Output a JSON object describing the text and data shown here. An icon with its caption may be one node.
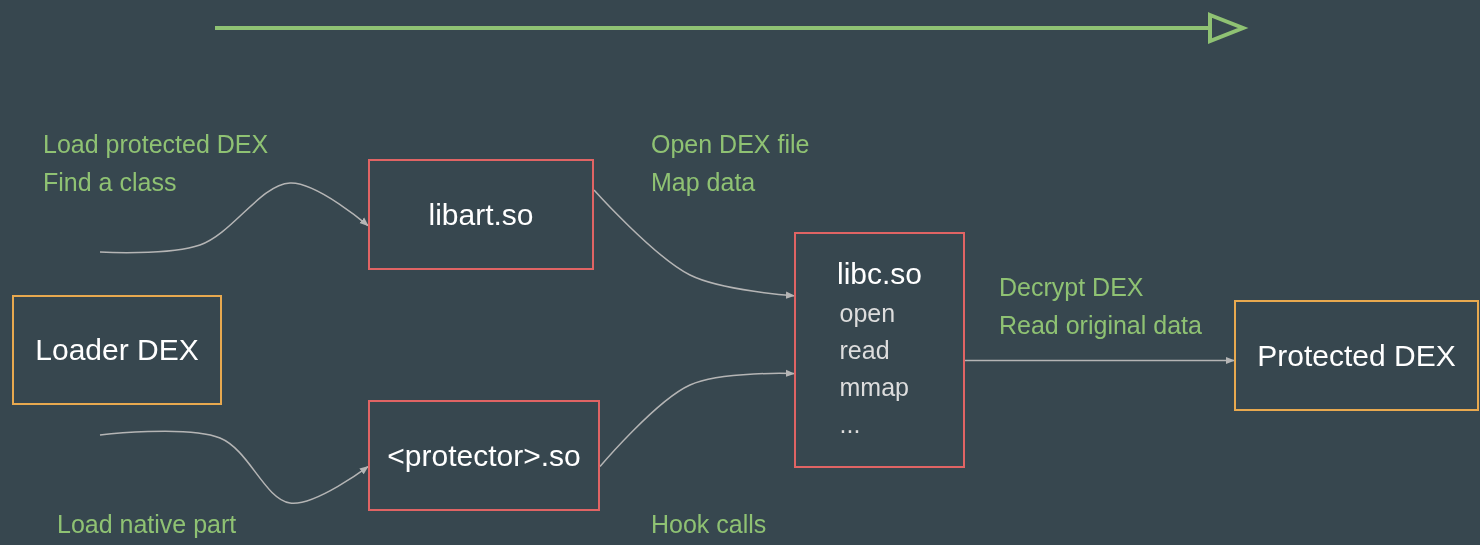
{
  "diagram": {
    "nodes": [
      {
        "text": [
          "Loader DEX"
        ]
      },
      {
        "text": [
          "libart.so"
        ]
      },
      {
        "text": [
          "<protector>.so"
        ]
      },
      {
        "text": [
          "libc.so",
          "open read mmap ..."
        ]
      },
      {
        "text": [
          "Protected DEX"
        ]
      }
    ],
    "edges": [
      {
        "from": null,
        "to": 1,
        "arrow": "to",
        "label": "Load protected DEX Find a class"
      },
      {
        "from": 1,
        "to": 3,
        "arrow": "to",
        "label": "Open DEX file Map data"
      },
      {
        "from": 2,
        "to": 3,
        "arrow": "to",
        "label": "Hook calls"
      },
      {
        "from": null,
        "to": 2,
        "arrow": "to",
        "label": "Load native part"
      },
      {
        "from": 3,
        "to": 4,
        "arrow": "to",
        "label": "Decrypt DEX Read original data"
      }
    ]
  }
}
